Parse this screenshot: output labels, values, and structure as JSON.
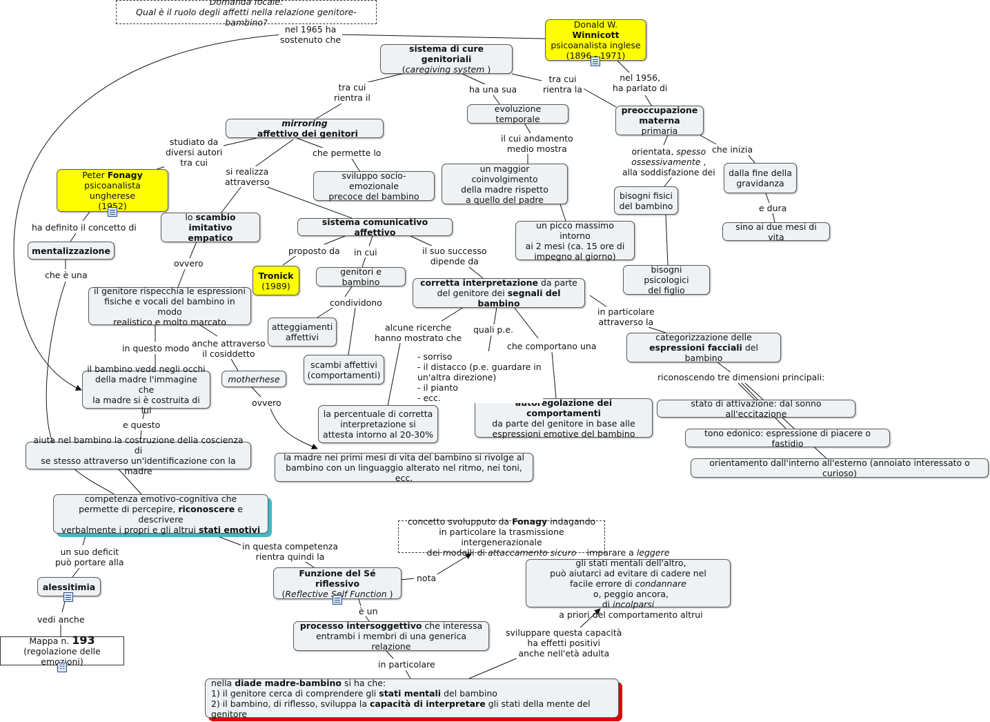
{
  "focal": {
    "line1": "Domanda focale:",
    "line2": "Qual è il ruolo degli affetti nella relazione genitore-bambino?"
  },
  "winnicott": {
    "pre": "Donald W. ",
    "bold": "Winnicott",
    "line2": "psicoanalista inglese",
    "line3": "(1896 - 1971)"
  },
  "cure": {
    "bold": "sistema di cure genitoriali",
    "open": "(",
    "italic": "caregiving system",
    "close": " )"
  },
  "evoluzione": "evoluzione temporale",
  "preoccupazione": {
    "bold1": "preoccupazione",
    "bold2": "materna",
    "rest": " primaria"
  },
  "mirroring": {
    "italic": "mirroring",
    "bold": "  affettivo dei genitori"
  },
  "fonagy": {
    "pre": "Peter ",
    "bold": "Fonagy",
    "line2": "psicoanalista ungherese",
    "line3": "(1952)"
  },
  "sviluppo": {
    "line1": "sviluppo socio-emozionale",
    "line2": "precoce del bambino"
  },
  "coinvolgimento": {
    "line1": "un maggior coinvolgimento",
    "line2": "della madre rispetto",
    "line3": "a quello del padre"
  },
  "bisogni_fisici": {
    "line1": "bisogni fisici",
    "line2": "del bambino"
  },
  "dalla_fine": {
    "line1": "dalla fine della",
    "line2": "gravidanza"
  },
  "sino": "sino ai due mesi di vita",
  "scambio": {
    "pre": "lo ",
    "bold1": "scambio",
    "bold2": "imitativo empatico"
  },
  "sistema_com": "sistema comunicativo affettivo",
  "picco": {
    "line1": "un picco massimo intorno",
    "line2": "ai 2 mesi (ca. 15 ore di",
    "line3": "impegno al giorno)"
  },
  "mentalizzazione": "mentalizzazione",
  "tronick": {
    "bold": "Tronick",
    "line2": "(1989)"
  },
  "genitori_bambino": "genitori e bambino",
  "corretta": {
    "bold1": "corretta interpretazione",
    "rest1": " da parte",
    "pre2": "del genitore dei ",
    "bold2": "segnali del bambino"
  },
  "bisogni_psi": {
    "line1": "bisogni psicologici",
    "line2": "del figlio"
  },
  "rispecchia": {
    "line1": "il genitore rispecchia le espressioni",
    "line2": "fisiche e vocali del bambino in modo",
    "line3": "realistico e molto marcato"
  },
  "atteggiamenti": {
    "line1": "atteggiamenti",
    "line2": "affettivi"
  },
  "categorizzazione": {
    "line1": "categorizzazione delle",
    "bold": "espressioni facciali",
    "rest": " del bambino"
  },
  "scambi": {
    "line1": "scambi affettivi",
    "line2": "(comportamenti)"
  },
  "vede": {
    "line1": "il bambino vede negli occhi",
    "line2": "della madre l'immagine che",
    "line3": "la madre si è costruita di lui"
  },
  "motherhese": "motherhese",
  "attivazione": "stato di attivazione: dal sonno all'eccitazione",
  "autoregolazione": {
    "bold": "autoregolazione dei comportamenti",
    "line2": "da parte del genitore in base alle",
    "line3": "espressioni emotive del bambino"
  },
  "percentuale": {
    "line1": "la percentuale di corretta",
    "line2": "interpretazione si",
    "line3": "attesta intorno al 20-30%"
  },
  "tono": "tono edonico: espressione di piacere o fastidio",
  "aiuta": {
    "line1": "aiuta nel bambino la costruzione della coscienza di",
    "line2": "se stesso attraverso un'identificazione con la madre"
  },
  "madre_primi": {
    "line1": "la madre nei primi mesi di vita del bambino si rivolge al",
    "line2": "bambino con un linguaggio alterato nel ritmo, nei toni, ecc."
  },
  "orientamento": "orientamento dall'interno all'esterno (annoiato interessato o curioso)",
  "competenza": {
    "line1": "competenza emotivo-cognitiva che",
    "pre2": "permette di percepire, ",
    "bold2": "riconoscere",
    "rest2": " e descrivere",
    "pre3": "verbalmente i propri e gli altrui ",
    "bold3": "stati emotivi"
  },
  "concetto": {
    "pre1": "concetto svolupputo da ",
    "bold1": "Fonagy",
    "rest1": " indagando",
    "line2": "in particolare la trasmissione intergenerazionale",
    "pre3": "dei modelli di ",
    "italic3": "attaccamento sicuro"
  },
  "imparare": {
    "pre1": "imparare a ",
    "i1": "leggere",
    "rest1": "  gli stati mentali dell'altro,",
    "line2": "può aiutarci ad evitare di cadere nel",
    "pre3": "facile errore di ",
    "i3": "condannare",
    "rest3": "  o, peggio ancora,",
    "pre4": "di ",
    "i4": "incolparsi",
    "rest4": "  a priori del comportamento altrui"
  },
  "alessitimia": "alessitimia",
  "funzione": {
    "bold": "Funzione del Sé riflessivo",
    "open": "(",
    "italic": "Reflective Self Function",
    "close": " )"
  },
  "mappa": {
    "pre": "Mappa n. ",
    "num": "193",
    "line2": "(regolazione delle emozioni)"
  },
  "processo": {
    "bold": "processo intersoggettivo",
    "rest": " che interessa",
    "line2": "entrambi i membri di una generica relazione"
  },
  "diade": {
    "pre1": "nella ",
    "bold1": "diade madre-bambino",
    "rest1": " si ha che:",
    "pre2": "1) il genitore cerca di comprendere gli ",
    "bold2": "stati mentali",
    "rest2": " del bambino",
    "pre3": "2) il bambino, di riflesso, sviluppa la ",
    "bold3": "capacità di interpretare",
    "rest3": " gli stati della mente del genitore"
  },
  "labels": {
    "nel1965": [
      "nel 1965 ha",
      "sostenuto che"
    ],
    "nel1956": [
      "nel 1956,",
      "ha parlato di"
    ],
    "tracui_il": [
      "tra cui",
      "rientra il"
    ],
    "haunasua": [
      "ha una sua"
    ],
    "tracui_la": [
      "tra cui",
      "rientra la"
    ],
    "studiato": [
      "studiato da",
      "diversi autori",
      "tra cui"
    ],
    "cheperm": [
      "che permette lo"
    ],
    "ilcui": [
      "il cui andamento",
      "medio mostra"
    ],
    "orientata_pre": "orientata, ",
    "orientata_i": "spesso",
    "orientata_2": "ossessivamente",
    "orientata_2r": " ,",
    "orientata_3": "alla soddisfazione dei",
    "cheinizia": [
      "che inizia"
    ],
    "sirealizza": [
      "si realizza",
      "attraverso"
    ],
    "edura": [
      "e dura"
    ],
    "hadefinito": [
      "ha definito il concetto di"
    ],
    "propostoda": [
      "proposto da"
    ],
    "incui": [
      "in cui"
    ],
    "ilsuosuccesso": [
      "il suo successo",
      "dipende da"
    ],
    "cheuna": [
      "che è una"
    ],
    "ovvero1": [
      "ovvero"
    ],
    "condividono": [
      "condividono"
    ],
    "inparticolare1": [
      "in particolare",
      "attraverso la"
    ],
    "alcune": [
      "alcune ricerche",
      "hanno mostrato che"
    ],
    "quali": [
      "quali p.e."
    ],
    "checomportano": [
      "che comportano una"
    ],
    "esempi": [
      "- sorriso",
      "- il distacco (p.e. guardare in",
      "un'altra direzione)",
      "- il pianto",
      "- ecc."
    ],
    "inquestomodo": [
      "in questo modo"
    ],
    "ancheattraverso": [
      "anche attraverso",
      "il cosiddetto"
    ],
    "riconoscendo": [
      "riconoscendo tre dimensioni principali:"
    ],
    "ovvero2": [
      "ovvero"
    ],
    "equesto": [
      "e questo"
    ],
    "unsuodeficit": [
      "un suo deficit",
      "può portare alla"
    ],
    "inquesta": [
      "in questa competenza",
      "rientra quindi la"
    ],
    "nota": [
      "nota"
    ],
    "vedianche": [
      "vedi anche"
    ],
    "eun": [
      "è un"
    ],
    "sviluppare": [
      "sviluppare questa capacità",
      "ha effetti positivi",
      "anche nell'età adulta"
    ],
    "inparticolare2": [
      "in particolare"
    ]
  }
}
